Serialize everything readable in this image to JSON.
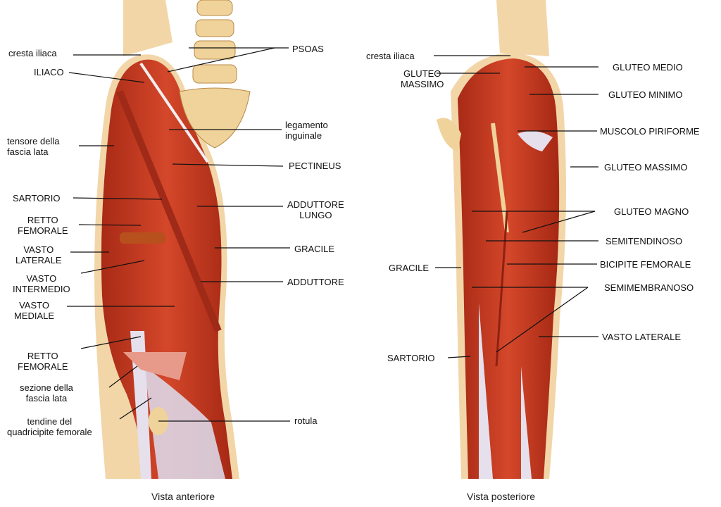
{
  "anterior": {
    "caption": "Vista anteriore",
    "labels": {
      "cresta_iliaca": "cresta iliaca",
      "iliaco": "ILIACO",
      "tensore": [
        "tensore della",
        "fascia lata"
      ],
      "sartorio": "SARTORIO",
      "retto_femorale_1": [
        "RETTO",
        "FEMORALE"
      ],
      "vasto_laterale": [
        "VASTO",
        "LATERALE"
      ],
      "vasto_intermedio": [
        "VASTO",
        "INTERMEDIO"
      ],
      "vasto_mediale": [
        "VASTO",
        "MEDIALE"
      ],
      "retto_femorale_2": [
        "RETTO",
        "FEMORALE"
      ],
      "sezione_fascia": [
        "sezione della",
        "fascia lata"
      ],
      "tendine": [
        "tendine del",
        "quadricipite femorale"
      ],
      "psoas": "PSOAS",
      "legamento": [
        "legamento",
        "inguinale"
      ],
      "pectineus": "PECTINEUS",
      "adduttore_lungo": [
        "ADDUTTORE",
        "LUNGO"
      ],
      "gracile": "GRACILE",
      "adduttore": "ADDUTTORE",
      "rotula": "rotula"
    }
  },
  "posterior": {
    "caption": "Vista posteriore",
    "labels": {
      "cresta_iliaca": "cresta iliaca",
      "gluteo_massimo_1": [
        "GLUTEO",
        "MASSIMO"
      ],
      "gluteo_medio": "GLUTEO MEDIO",
      "gluteo_minimo": "GLUTEO MINIMO",
      "piriforme": "MUSCOLO PIRIFORME",
      "gluteo_massimo_2": "GLUTEO MASSIMO",
      "gluteo_magno": "GLUTEO MAGNO",
      "semitendinoso": "SEMITENDINOSO",
      "bicipite": "BICIPITE FEMORALE",
      "semimembranoso": "SEMIMEMBRANOSO",
      "gracile": "GRACILE",
      "vasto_laterale": "VASTO LATERALE",
      "sartorio": "SARTORIO"
    }
  },
  "colors": {
    "muscle": "#c83a22",
    "muscle_dark": "#8e2112",
    "skin": "#f2d6a8",
    "bone": "#efd39a",
    "tendon": "#e6e0ec"
  }
}
